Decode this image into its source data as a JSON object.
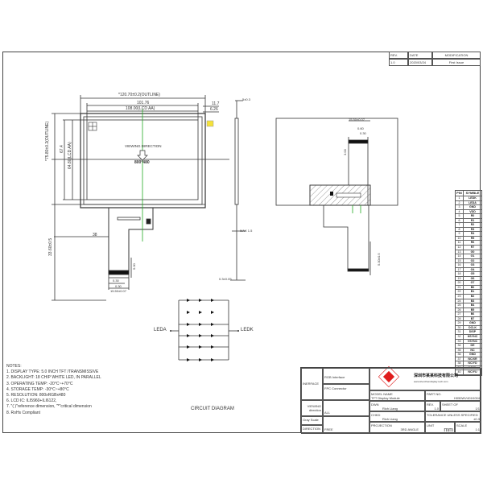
{
  "revision_table": {
    "headers": [
      "REV.",
      "DATE",
      "MODIFICATION"
    ],
    "rows": [
      [
        "1.0",
        "2020/03/24",
        "First Issue"
      ]
    ]
  },
  "front_view": {
    "dim_outline_width": "*120.70±0.2(OUTLINE)",
    "dim_ta_width": "101.76",
    "dim_aa_width": "108.00(LCD AA)",
    "dim_right_1": "11.7",
    "dim_right_2": "6.26",
    "dim_outline_height": "*75.80±0.2(OUTLINE)",
    "dim_ta_height": "67.4",
    "dim_aa_height": "64.80(LCD AA)",
    "dim_fpc_length": "33.60±0.5",
    "dim_fpc_offset": "38",
    "viewing_direction": "VIEWING DIRECTION",
    "resolution_label": "800*480",
    "dim_fpc_pitch": "0.30",
    "dim_fpc_gap": "0.30",
    "dim_fpc_width": "15.50±0.07",
    "dim_fpc_stiff": "5.00"
  },
  "side_view": {
    "dim_thickness": "5±0.3",
    "dim_max": "MAX 1.5",
    "dim_fpc_thick": "0.3±0.05"
  },
  "back_view": {
    "dim_fpc_width": "15.50±0.07",
    "dim_a": "0.60",
    "dim_b": "0.30",
    "dim_c": "3.00",
    "dim_stiff_len": "5.00±0.5"
  },
  "pin_table": {
    "headers": [
      "PIN",
      "SYMBLE"
    ],
    "rows": [
      [
        "1",
        "LEDK"
      ],
      [
        "2",
        "LEDA"
      ],
      [
        "3",
        "GND"
      ],
      [
        "4",
        "VDD"
      ],
      [
        "5",
        "R0"
      ],
      [
        "6",
        "R1"
      ],
      [
        "7",
        "R2"
      ],
      [
        "8",
        "R3"
      ],
      [
        "9",
        "R4"
      ],
      [
        "10",
        "R5"
      ],
      [
        "11",
        "R6"
      ],
      [
        "12",
        "R7"
      ],
      [
        "13",
        "G0"
      ],
      [
        "14",
        "G1"
      ],
      [
        "15",
        "G2"
      ],
      [
        "16",
        "G3"
      ],
      [
        "17",
        "G4"
      ],
      [
        "18",
        "G5"
      ],
      [
        "19",
        "G6"
      ],
      [
        "20",
        "G7"
      ],
      [
        "21",
        "B0"
      ],
      [
        "22",
        "B1"
      ],
      [
        "23",
        "B2"
      ],
      [
        "24",
        "B3"
      ],
      [
        "25",
        "B4"
      ],
      [
        "26",
        "B5"
      ],
      [
        "27",
        "B6"
      ],
      [
        "28",
        "B7"
      ],
      [
        "29",
        "GND"
      ],
      [
        "30",
        "DCLK"
      ],
      [
        "31",
        "DISP"
      ],
      [
        "32",
        "HSYNC"
      ],
      [
        "33",
        "VSYNC"
      ],
      [
        "34",
        "DE"
      ],
      [
        "35",
        "NC"
      ],
      [
        "36",
        "GND"
      ],
      [
        "37",
        "NC/XR"
      ],
      [
        "38",
        "NC/YD"
      ],
      [
        "39",
        "NC/XL"
      ],
      [
        "40",
        "NC/YU"
      ]
    ]
  },
  "circuit": {
    "title": "CIRCUIT DIAGRAM",
    "left_label": "LEDA",
    "right_label": "LEDK",
    "rows": 6,
    "cols": 3
  },
  "notes": {
    "title": "NOTES:",
    "items": [
      "1. DISPLAY TYPE: 5.0 INCH TFT /TRANSMISSIVE",
      "2. BACKLIGHT: 18 CHIP WHITE LED, IN PARALLEL",
      " 3. OPERATING TEMP: -20°C~+70°C",
      "4. STORAGE TEMP: -30°C~+80°C",
      "5. RESOLUTION: 800xRGBx480",
      "6. LCD IC: ILI5960+ILI6122,",
      "7. \"( )\"reference dimension, \"*\"critical dimension",
      "8. RoHs Compliant"
    ]
  },
  "title_block": {
    "interface_label": "INERFACE",
    "interface_value_1": "RGB Interface",
    "interface_value_2": "FPC Connector",
    "viewing_label": "VIEWING direction",
    "viewing_value": "ALL",
    "grayscale_label": "Gray Scale",
    "direction_label": "DIRECTION",
    "direction_value": "FREE",
    "company": "深圳市某某科技有限公司",
    "company_sub": "www.shenzhendisplay tech.com",
    "model_name_label": "MODEL NAME",
    "model_name": "TFT Display Module",
    "part_no_label": "PART NO.",
    "part_no": "H050WV401K004",
    "dwn_label": "DWN",
    "dwn": "Rich Liang",
    "rev_label": "REV.",
    "rev": "1.0",
    "sheet_label": "SHEET OF",
    "sheet": "1/1",
    "chkd_label": "CHKD",
    "chkd": "Rich Liang",
    "tolerance_label": "TOLERANCE UNLESS SPECIFIED",
    "tolerance": "±0.3",
    "projection_label": "PROJECTION",
    "projection": "3RD ANGLE",
    "unit_label": "UNIT",
    "unit": "mm",
    "scale_label": "SCALE",
    "scale": "1:1"
  },
  "colors": {
    "line": "#333333",
    "green": "#22aa22",
    "yellow": "#f5e23a",
    "logo_red": "#e01b1b"
  }
}
